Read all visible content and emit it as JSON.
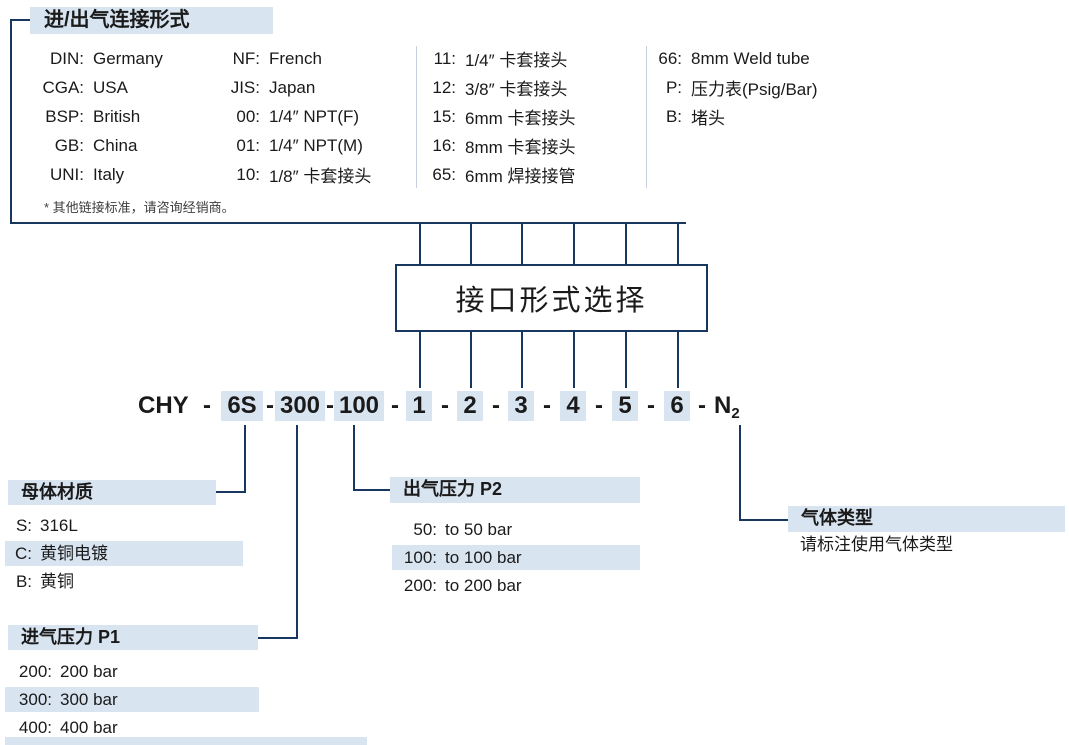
{
  "colors": {
    "highlight": "#d9e4f1",
    "line": "#17375e",
    "text": "#1a1a1a"
  },
  "connection": {
    "title": "进/出气连接形式",
    "footnote": "* 其他链接标准，请咨询经销商。",
    "col1": [
      {
        "code": "DIN:",
        "desc": "Germany"
      },
      {
        "code": "CGA:",
        "desc": "USA"
      },
      {
        "code": "BSP:",
        "desc": "British"
      },
      {
        "code": "GB:",
        "desc": "China"
      },
      {
        "code": "UNI:",
        "desc": "Italy"
      }
    ],
    "col2": [
      {
        "code": "NF:",
        "desc": "French"
      },
      {
        "code": "JIS:",
        "desc": "Japan"
      },
      {
        "code": "00:",
        "desc": "1/4″ NPT(F)"
      },
      {
        "code": "01:",
        "desc": "1/4″ NPT(M)"
      },
      {
        "code": "10:",
        "desc": "1/8″ 卡套接头"
      }
    ],
    "col3": [
      {
        "code": "11:",
        "desc": "1/4″ 卡套接头"
      },
      {
        "code": "12:",
        "desc": "3/8″ 卡套接头"
      },
      {
        "code": "15:",
        "desc": "6mm 卡套接头"
      },
      {
        "code": "16:",
        "desc": "8mm 卡套接头"
      },
      {
        "code": "65:",
        "desc": "6mm 焊接接管"
      }
    ],
    "col4": [
      {
        "code": "66:",
        "desc": "8mm Weld tube"
      },
      {
        "code": "P:",
        "desc": "压力表(Psig/Bar)"
      },
      {
        "code": "B:",
        "desc": "堵头"
      }
    ]
  },
  "selector": {
    "label": "接口形式选择"
  },
  "code": {
    "full": "CHY - 6S -300- 100 - 1 - 2 - 3 - 4 - 5 - 6 - N2",
    "prefix": "CHY",
    "separator": "-",
    "material": "6S",
    "inlet_pressure": "300",
    "outlet_pressure": "100",
    "ports": [
      "1",
      "2",
      "3",
      "4",
      "5",
      "6"
    ],
    "gas": "N",
    "gas_subscript": "2"
  },
  "material_section": {
    "title": "母体材质",
    "items": [
      {
        "code": "S:",
        "label": "316L",
        "hl": false
      },
      {
        "code": "C:",
        "label": "黄铜电镀",
        "hl": true
      },
      {
        "code": "B:",
        "label": "黄铜",
        "hl": false
      }
    ]
  },
  "inlet_section": {
    "title": "进气压力 P1",
    "items": [
      {
        "code": "200:",
        "label": "200 bar",
        "hl": false
      },
      {
        "code": "300:",
        "label": "300 bar",
        "hl": true
      },
      {
        "code": "400:",
        "label": "400 bar",
        "hl": false
      }
    ]
  },
  "outlet_section": {
    "title": "出气压力 P2",
    "items": [
      {
        "code": "50:",
        "label": "to 50 bar",
        "hl": false
      },
      {
        "code": "100:",
        "label": "to 100 bar",
        "hl": true
      },
      {
        "code": "200:",
        "label": "to 200 bar",
        "hl": false
      }
    ]
  },
  "gas_section": {
    "title": "气体类型",
    "note": "请标注使用气体类型"
  }
}
